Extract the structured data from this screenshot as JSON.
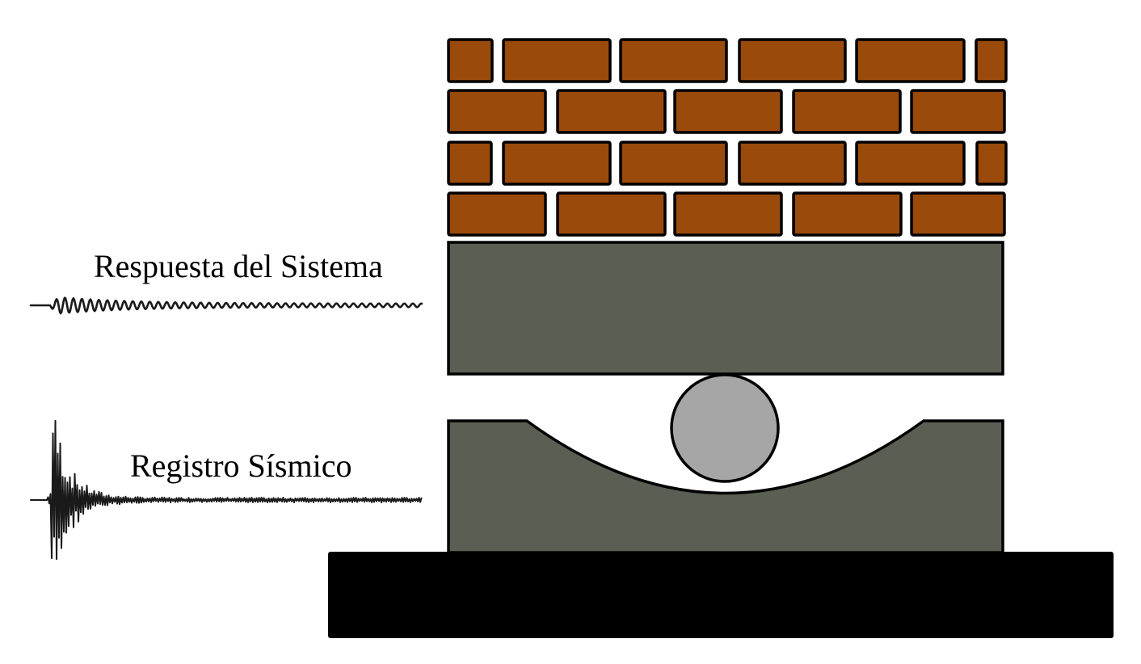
{
  "labels": {
    "system_response": "Respuesta del Sistema",
    "seismic_record": "Registro Sísmico"
  },
  "colors": {
    "brick_fill": "#9a4a0b",
    "outline": "#000000",
    "block_fill": "#5a5e53",
    "ball_fill": "#a6a6a6",
    "ground": "#000000",
    "signal": "#1a1a1a",
    "text": "#000000"
  },
  "components": {
    "wall": "brick-wall",
    "upper_block": "superstructure-block",
    "bearing": "steel-ball-bearing",
    "lower_block": "concave-base-block",
    "ground": "ground-slab"
  }
}
